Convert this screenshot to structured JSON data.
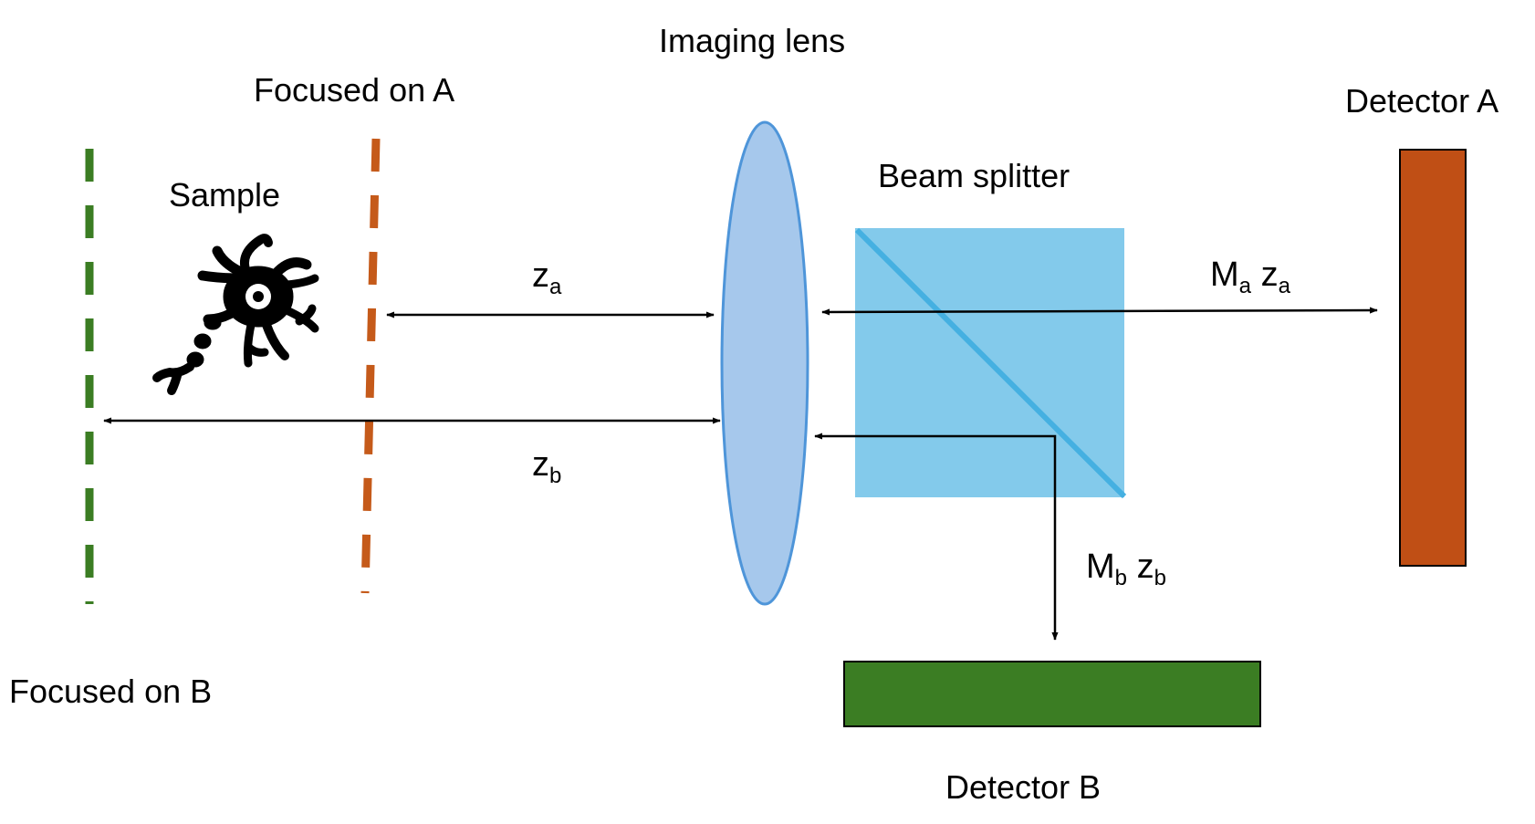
{
  "labels": {
    "imaging_lens": "Imaging lens",
    "focused_a": "Focused on A",
    "focused_b": "Focused on B",
    "sample": "Sample",
    "beam_splitter": "Beam splitter",
    "detector_a": "Detector A",
    "detector_b": "Detector B"
  },
  "distances": {
    "za": {
      "symbol": "z",
      "sub": "a"
    },
    "zb": {
      "symbol": "z",
      "sub": "b"
    },
    "maza": {
      "m": "M",
      "m_sub": "a",
      "z": "z",
      "z_sub": "a"
    },
    "mbzb": {
      "m": "M",
      "m_sub": "b",
      "z": "z",
      "z_sub": "b"
    }
  },
  "colors": {
    "focus_a": "#c55a1a",
    "focus_b": "#3b7d23",
    "lens_fill": "#a6c8ec",
    "lens_stroke": "#4e95d9",
    "splitter_fill": "#83caeb",
    "splitter_line": "#45b0e1",
    "detector_a": "#c04f15",
    "detector_b": "#3b7d23",
    "arrow": "#000000"
  }
}
